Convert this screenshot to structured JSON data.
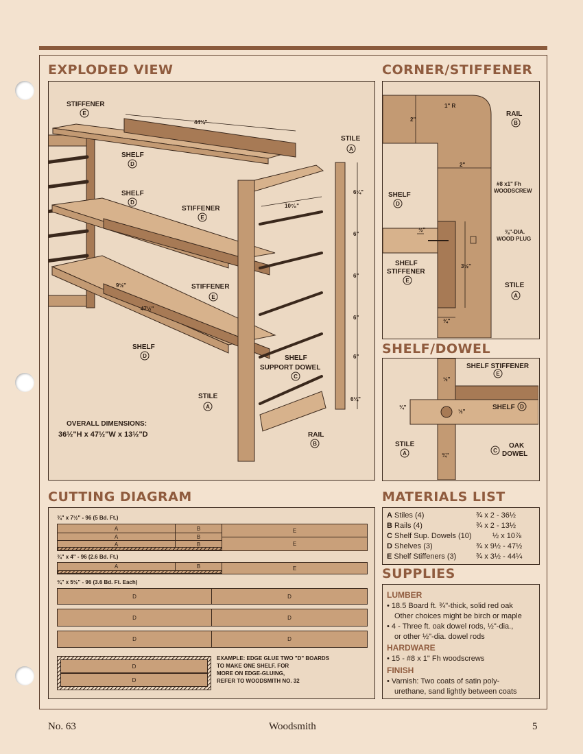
{
  "sections": {
    "exploded_view": "EXPLODED VIEW",
    "corner_stiffener": "CORNER/STIFFENER",
    "shelf_dowel": "SHELF/DOWEL",
    "cutting_diagram": "CUTTING DIAGRAM",
    "materials_list": "MATERIALS LIST",
    "supplies": "SUPPLIES"
  },
  "exploded": {
    "stiffener_top": "STIFFENER",
    "shelf1": "SHELF",
    "shelf2": "SHELF",
    "stiffener_mid": "STIFFENER",
    "stiffener_low": "STIFFENER",
    "shelf3": "SHELF",
    "stile_right": "STILE",
    "stile_front": "STILE",
    "rail": "RAIL",
    "support_dowel_1": "SHELF",
    "support_dowel_2": "SUPPORT DOWEL",
    "dim_top": "44¼\"",
    "dim_dowel": "10⁷⁄₈\"",
    "dim_width": "9½\"",
    "dim_length": "47½\"",
    "stile_dims": [
      "6¼\"",
      "6\"",
      "6\"",
      "6\"",
      "6\"",
      "6¼\""
    ],
    "overall_1": "OVERALL DIMENSIONS:",
    "overall_2": "36½\"H x 47½\"W x 13½\"D",
    "circles": {
      "e": "E",
      "d": "D",
      "a": "A",
      "b": "B",
      "c": "C"
    }
  },
  "corner": {
    "radius": "1\" R",
    "rail": "RAIL",
    "dim_2a": "2\"",
    "dim_2b": "2\"",
    "screw_1": "#8 x1\" Fh",
    "screw_2": "WOODSCREW",
    "shelf": "SHELF",
    "dim_half": "½\"",
    "plug_1": "⅜\"-DIA.",
    "plug_2": "WOOD PLUG",
    "stiff_1": "SHELF",
    "stiff_2": "STIFFENER",
    "dim_35": "3½\"",
    "stile": "STILE",
    "dim_34": "¾\""
  },
  "shelfdowel": {
    "stiffener": "SHELF STIFFENER",
    "dim_half_top": "½\"",
    "dim_34_left": "¾\"",
    "dim_half_mid": "½\"",
    "shelf": "SHELF",
    "stile": "STILE",
    "dim_34_bottom": "¾\"",
    "oak": "OAK",
    "dowel": "DOWEL"
  },
  "cutting": {
    "board1": "¾\" x 7½\" - 96 (5 Bd. Ft.)",
    "board2": "¾\" x 4\" - 96 (2.6 Bd. Ft.)",
    "board3": "¾\" x 5½\" - 96 (3.6 Bd. Ft. Each)",
    "a": "A",
    "b": "B",
    "d": "D",
    "e": "E",
    "example": [
      "EXAMPLE: EDGE GLUE TWO \"D\" BOARDS",
      "TO MAKE ONE SHELF. FOR",
      "MORE ON EDGE-GLUING,",
      "REFER TO WOODSMITH NO. 32"
    ]
  },
  "materials": [
    {
      "letter": "A",
      "name": "Stiles (4)",
      "size": "¾ x 2 - 36½"
    },
    {
      "letter": "B",
      "name": "Rails (4)",
      "size": "¾ x 2 - 13½"
    },
    {
      "letter": "C",
      "name": "Shelf Sup. Dowels (10)",
      "size": "½ x 10⅞"
    },
    {
      "letter": "D",
      "name": "Shelves (3)",
      "size": "¾ x 9½ - 47½"
    },
    {
      "letter": "E",
      "name": "Shelf Stiffeners (3)",
      "size": "¾ x 3½ - 44¼"
    }
  ],
  "supplies": {
    "lumber_h": "LUMBER",
    "lumber_1": "18.5 Board ft. ¾\"-thick, solid red oak",
    "lumber_1b": "Other choices might be birch or maple",
    "lumber_2": "4 - Three ft. oak dowel rods, ½\"-dia.,",
    "lumber_2b": "or other ½\"-dia. dowel rods",
    "hardware_h": "HARDWARE",
    "hardware_1": "15 - #8 x 1\" Fh woodscrews",
    "finish_h": "FINISH",
    "finish_1": "Varnish: Two coats of satin poly-",
    "finish_1b": "urethane, sand lightly between coats"
  },
  "footer": {
    "issue": "No. 63",
    "magazine": "Woodsmith",
    "page": "5"
  }
}
